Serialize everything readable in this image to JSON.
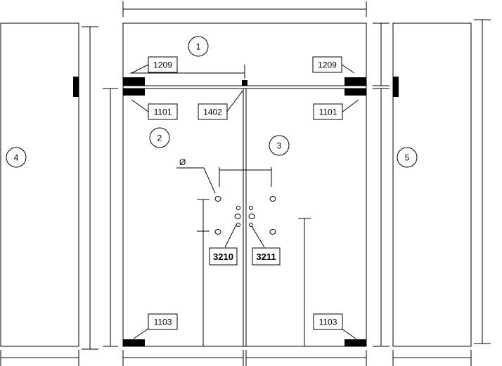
{
  "panels": {
    "top": "1",
    "left_door": "2",
    "right_door": "3",
    "left_side": "4",
    "right_side": "5"
  },
  "parts": {
    "hinge_top_left": "1209",
    "hinge_top_right": "1209",
    "patch_top_left": "1101",
    "patch_top_right": "1101",
    "patch_bottom_left": "1103",
    "patch_bottom_right": "1103",
    "centre_lock": "1402",
    "handle_left": "3210",
    "handle_right": "3211"
  },
  "symbols": {
    "diameter": "Ø"
  }
}
